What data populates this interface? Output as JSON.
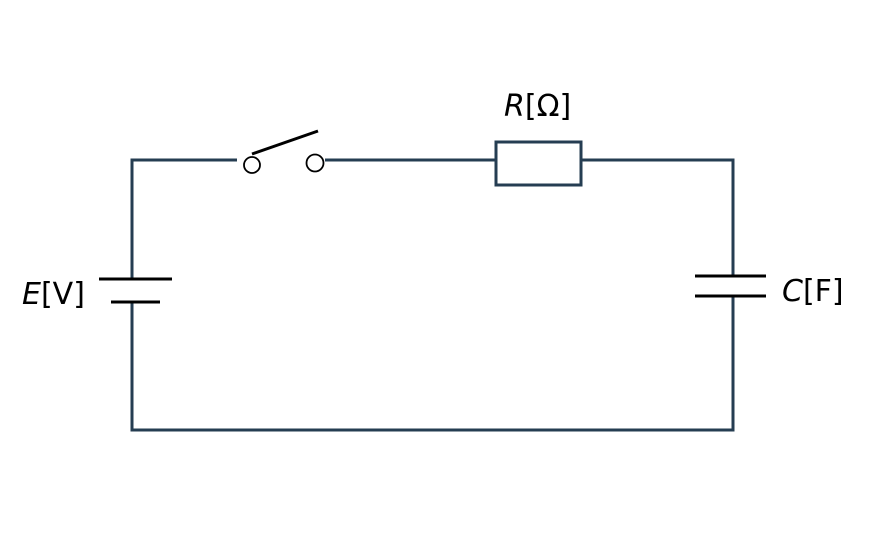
{
  "diagram": {
    "colors": {
      "wire": "#253d52",
      "component": "#000000",
      "background": "#ffffff"
    },
    "components": {
      "battery": {
        "symbol": "E",
        "unit": "[V]"
      },
      "resistor": {
        "symbol": "R",
        "unit": "[Ω]"
      },
      "capacitor": {
        "symbol": "C",
        "unit": "[F]"
      },
      "switch": {
        "state": "open"
      }
    }
  }
}
